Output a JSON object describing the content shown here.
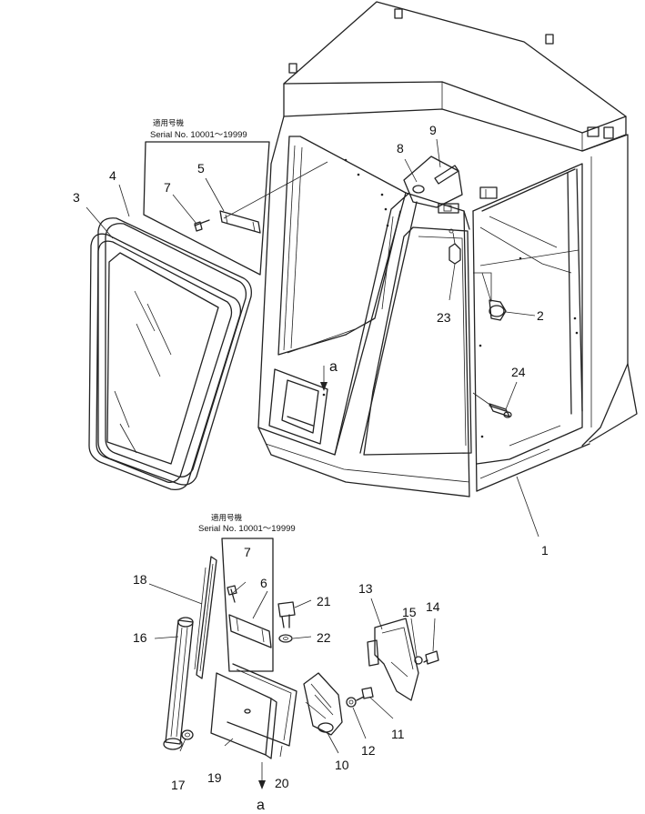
{
  "serial_notes": [
    {
      "label": "適用号機",
      "serial": "Serial No. 10001～19999"
    },
    {
      "label": "適用号機",
      "serial": "Serial No. 10001～19999"
    }
  ],
  "parts": {
    "p1": "1",
    "p2": "2",
    "p3": "3",
    "p4": "4",
    "p5": "5",
    "p6": "6",
    "p7a": "7",
    "p7b": "7",
    "p8": "8",
    "p9": "9",
    "p10": "10",
    "p11": "11",
    "p12": "12",
    "p13": "13",
    "p14": "14",
    "p15": "15",
    "p16": "16",
    "p17": "17",
    "p18": "18",
    "p19": "19",
    "p20": "20",
    "p21": "21",
    "p22": "22",
    "p23": "23",
    "p24": "24"
  },
  "refs": {
    "top": "a",
    "bottom": "a"
  }
}
